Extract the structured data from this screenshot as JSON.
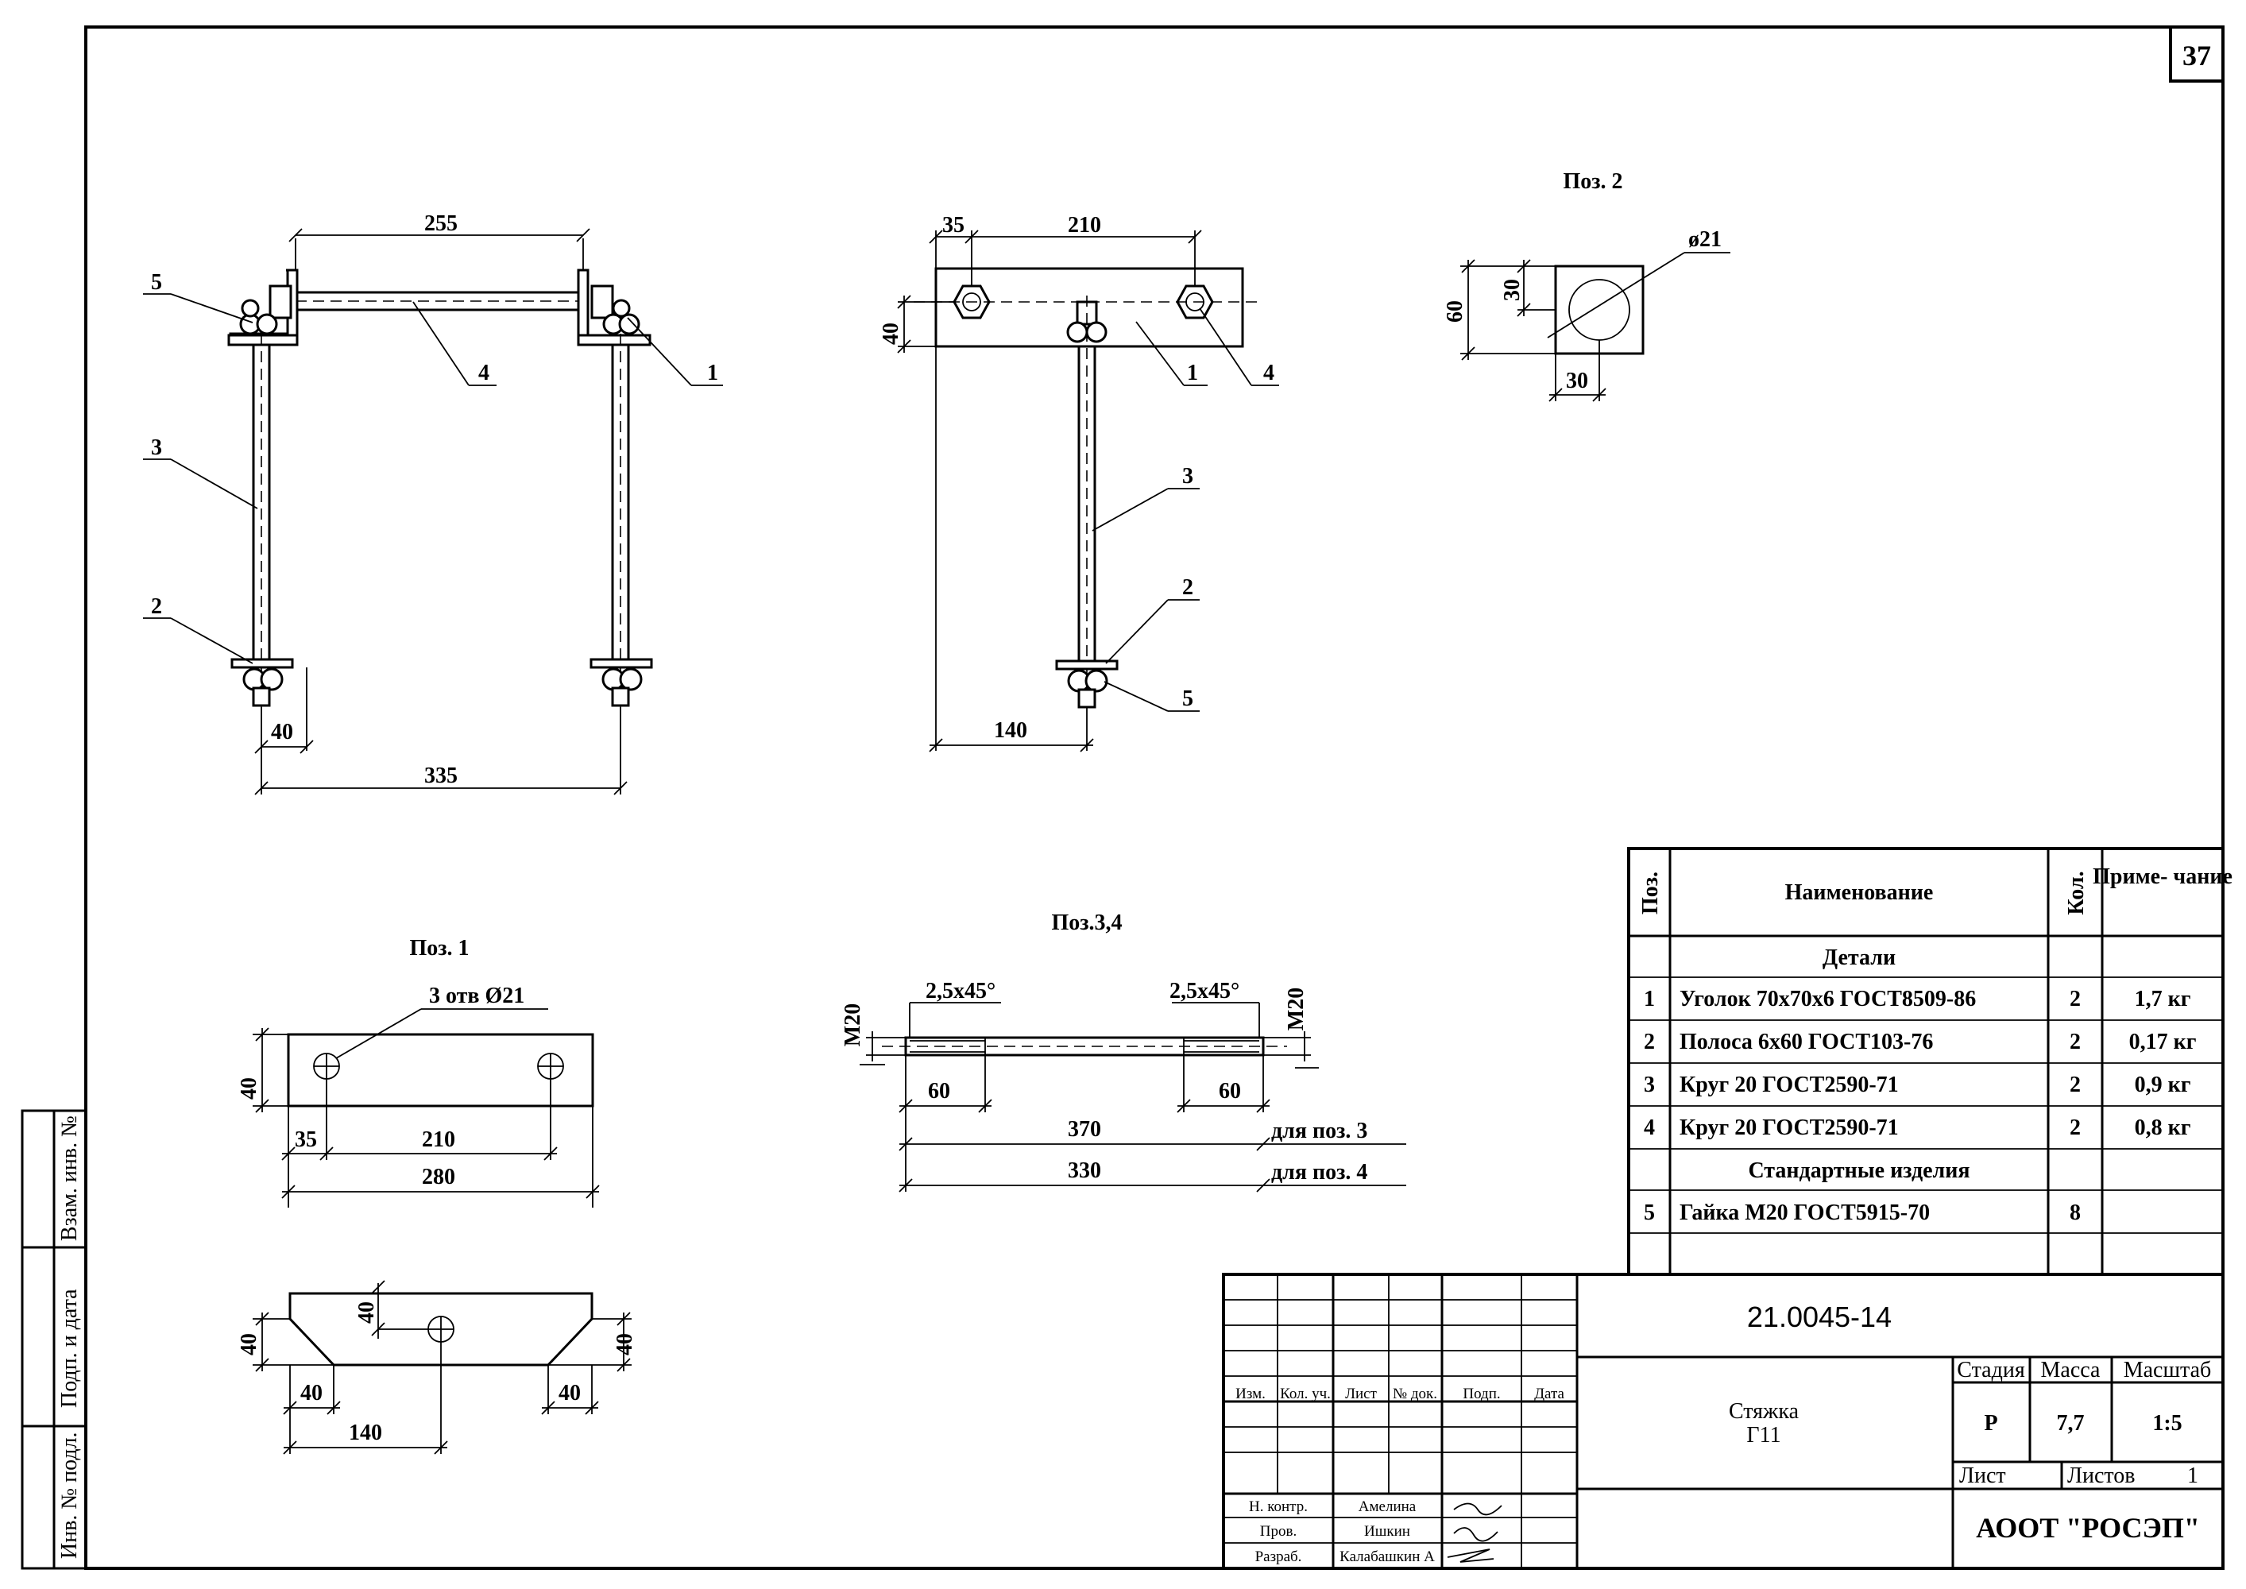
{
  "sheet": {
    "number": "37"
  },
  "views": {
    "front": {
      "dim_top": "255",
      "dim_bottom_small": "40",
      "dim_bottom": "335",
      "leaders": [
        "5",
        "4",
        "1",
        "3",
        "2"
      ]
    },
    "side": {
      "dim_top_left": "35",
      "dim_top": "210",
      "dim_height": "40",
      "dim_bottom": "140",
      "leaders": [
        "1",
        "4",
        "3",
        "2",
        "5"
      ]
    },
    "pos2": {
      "title": "Поз. 2",
      "diameter": "ø21",
      "dim_60": "60",
      "dim_30_v": "30",
      "dim_30_h": "30"
    },
    "pos1": {
      "title": "Поз. 1",
      "holes_note": "3 отв Ø21",
      "dim_40": "40",
      "dim_35": "35",
      "dim_210": "210",
      "dim_280": "280",
      "bent_dim_40_inner": "40",
      "bent_dim_40_left": "40",
      "bent_dim_40_right": "40",
      "bent_dim_40_bl": "40",
      "bent_dim_40_br": "40",
      "bent_dim_140": "140"
    },
    "pos34": {
      "title": "Поз.3,4",
      "chamfer_left": "2,5x45°",
      "chamfer_right": "2,5x45°",
      "thread_left": "M20",
      "thread_right": "M20",
      "thread_len_left": "60",
      "thread_len_right": "60",
      "len_pos3": "370",
      "len_pos4": "330",
      "note_pos3": "для поз. 3",
      "note_pos4": "для поз. 4"
    }
  },
  "spec": {
    "headers": {
      "pos": "Поз.",
      "name": "Наименование",
      "qty": "Кол.",
      "note": "Приме- чание"
    },
    "section_details": "Детали",
    "rows": [
      {
        "pos": "1",
        "name": "Уголок 70x70x6 ГОСТ8509-86",
        "qty": "2",
        "note": "1,7 кг"
      },
      {
        "pos": "2",
        "name": "Полоса 6x60 ГОСТ103-76",
        "qty": "2",
        "note": "0,17 кг"
      },
      {
        "pos": "3",
        "name": "Круг 20 ГОСТ2590-71",
        "qty": "2",
        "note": "0,9 кг"
      },
      {
        "pos": "4",
        "name": "Круг 20 ГОСТ2590-71",
        "qty": "2",
        "note": "0,8 кг"
      }
    ],
    "section_standard": "Стандартные изделия",
    "rows_standard": [
      {
        "pos": "5",
        "name": "Гайка М20 ГОСТ5915-70",
        "qty": "8",
        "note": ""
      }
    ]
  },
  "title_block": {
    "doc_number": "21.0045-14",
    "name_line1": "Стяжка",
    "name_line2": "Г11",
    "stage_label": "Стадия",
    "mass_label": "Масса",
    "scale_label": "Масштаб",
    "stage": "Р",
    "mass": "7,7",
    "scale": "1:5",
    "sheet_label": "Лист",
    "sheets_label": "Листов",
    "sheets": "1",
    "org": "АООТ \"РОСЭП\"",
    "col_headers": [
      "Изм.",
      "Кол. уч.",
      "Лист",
      "№ док.",
      "Подп.",
      "Дата"
    ],
    "roles": [
      {
        "role": "Н. контр.",
        "name": "Амелина"
      },
      {
        "role": "Пров.",
        "name": "Ишкин"
      },
      {
        "role": "Разраб.",
        "name": "Калабашкин А"
      }
    ]
  },
  "side_stamp": {
    "inv_replace": "Взам. инв. №",
    "sign_date": "Подп. и дата",
    "inv_orig": "Инв. № подл."
  }
}
